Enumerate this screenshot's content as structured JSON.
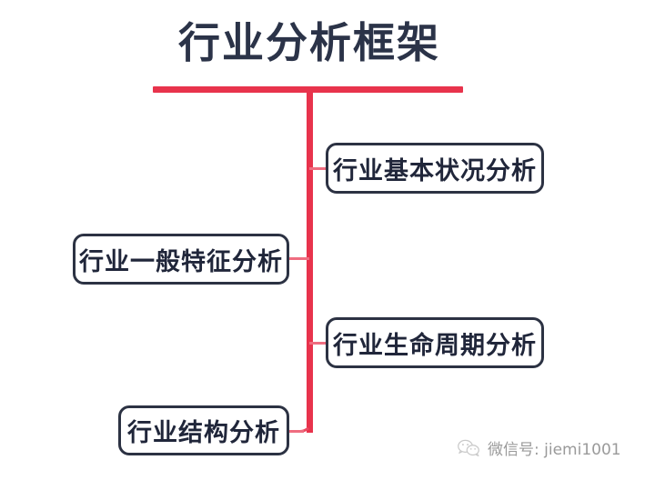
{
  "page": {
    "title": "行业分析框架",
    "background_color": "#ffffff",
    "accent_color": "#e8334c",
    "node_border_color": "#2c3243",
    "text_color": "#20263a",
    "connector_color": "#ef6d80"
  },
  "diagram": {
    "type": "mindmap",
    "root_label": "行业分析框架",
    "nodes": [
      {
        "id": "node-1",
        "label": "行业基本状况分析",
        "side": "right",
        "order": 1
      },
      {
        "id": "node-2",
        "label": "行业一般特征分析",
        "side": "left",
        "order": 2
      },
      {
        "id": "node-3",
        "label": "行业生命周期分析",
        "side": "right",
        "order": 3
      },
      {
        "id": "node-4",
        "label": "行业结构分析",
        "side": "left",
        "order": 4
      }
    ]
  },
  "footer": {
    "icon": "wechat-icon",
    "label": "微信号: jiemi1001"
  }
}
